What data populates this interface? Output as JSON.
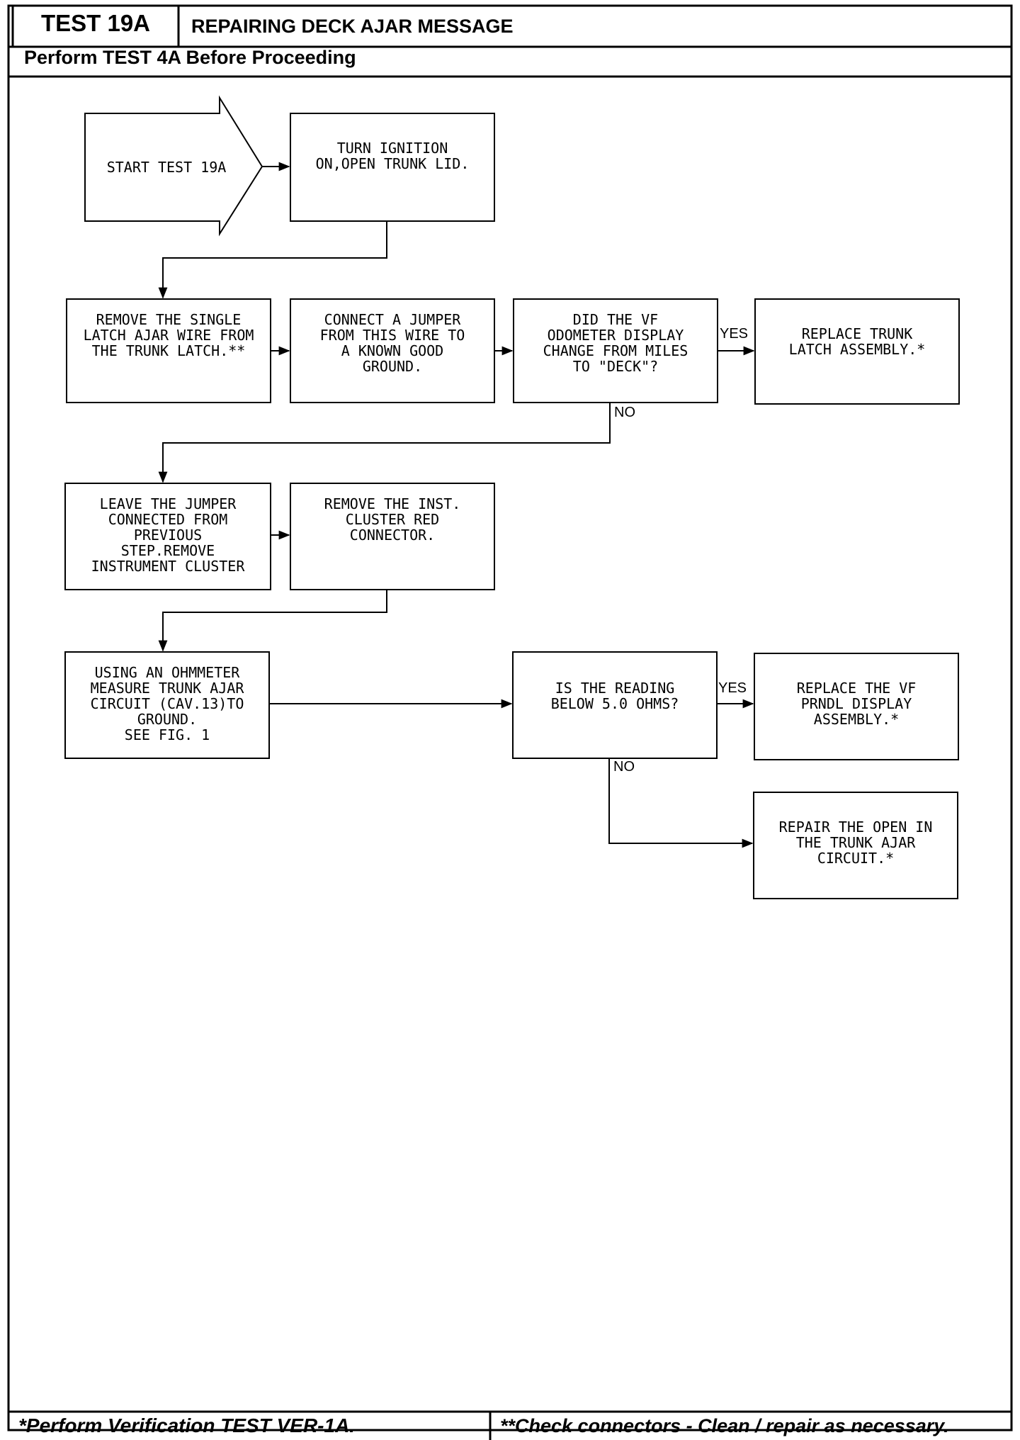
{
  "header": {
    "test_id": "TEST 19A",
    "title": "REPAIRING DECK AJAR MESSAGE",
    "subtitle": "Perform TEST 4A Before Proceeding"
  },
  "nodes": {
    "start": "START TEST 19A",
    "turn_ignition": "TURN IGNITION\nON,OPEN TRUNK LID.",
    "remove_wire": "REMOVE THE SINGLE\nLATCH AJAR WIRE FROM\nTHE TRUNK LATCH.**",
    "connect_jumper": "CONNECT A JUMPER\nFROM THIS WIRE TO\nA KNOWN GOOD\nGROUND.",
    "did_vf_change": "DID THE VF\nODOMETER DISPLAY\nCHANGE FROM MILES\nTO \"DECK\"?",
    "replace_latch": "REPLACE TRUNK\nLATCH ASSEMBLY.*",
    "leave_jumper": "LEAVE THE JUMPER\nCONNECTED FROM\nPREVIOUS\nSTEP.REMOVE\nINSTRUMENT CLUSTER",
    "remove_red_connector": "REMOVE THE INST.\nCLUSTER RED\nCONNECTOR.",
    "ohmmeter": "USING AN OHMMETER\nMEASURE TRUNK AJAR\nCIRCUIT (CAV.13)TO\nGROUND.\nSEE FIG. 1",
    "is_reading_below": "IS THE READING\nBELOW 5.0 OHMS?",
    "replace_prndl": "REPLACE THE VF\nPRNDL DISPLAY\nASSEMBLY.*",
    "repair_open": "REPAIR THE OPEN IN\nTHE TRUNK AJAR\nCIRCUIT.*"
  },
  "labels": {
    "yes": "YES",
    "no": "NO"
  },
  "footer": {
    "left": "*Perform Verification TEST VER-1A.",
    "right": "**Check connectors - Clean / repair as necessary."
  }
}
